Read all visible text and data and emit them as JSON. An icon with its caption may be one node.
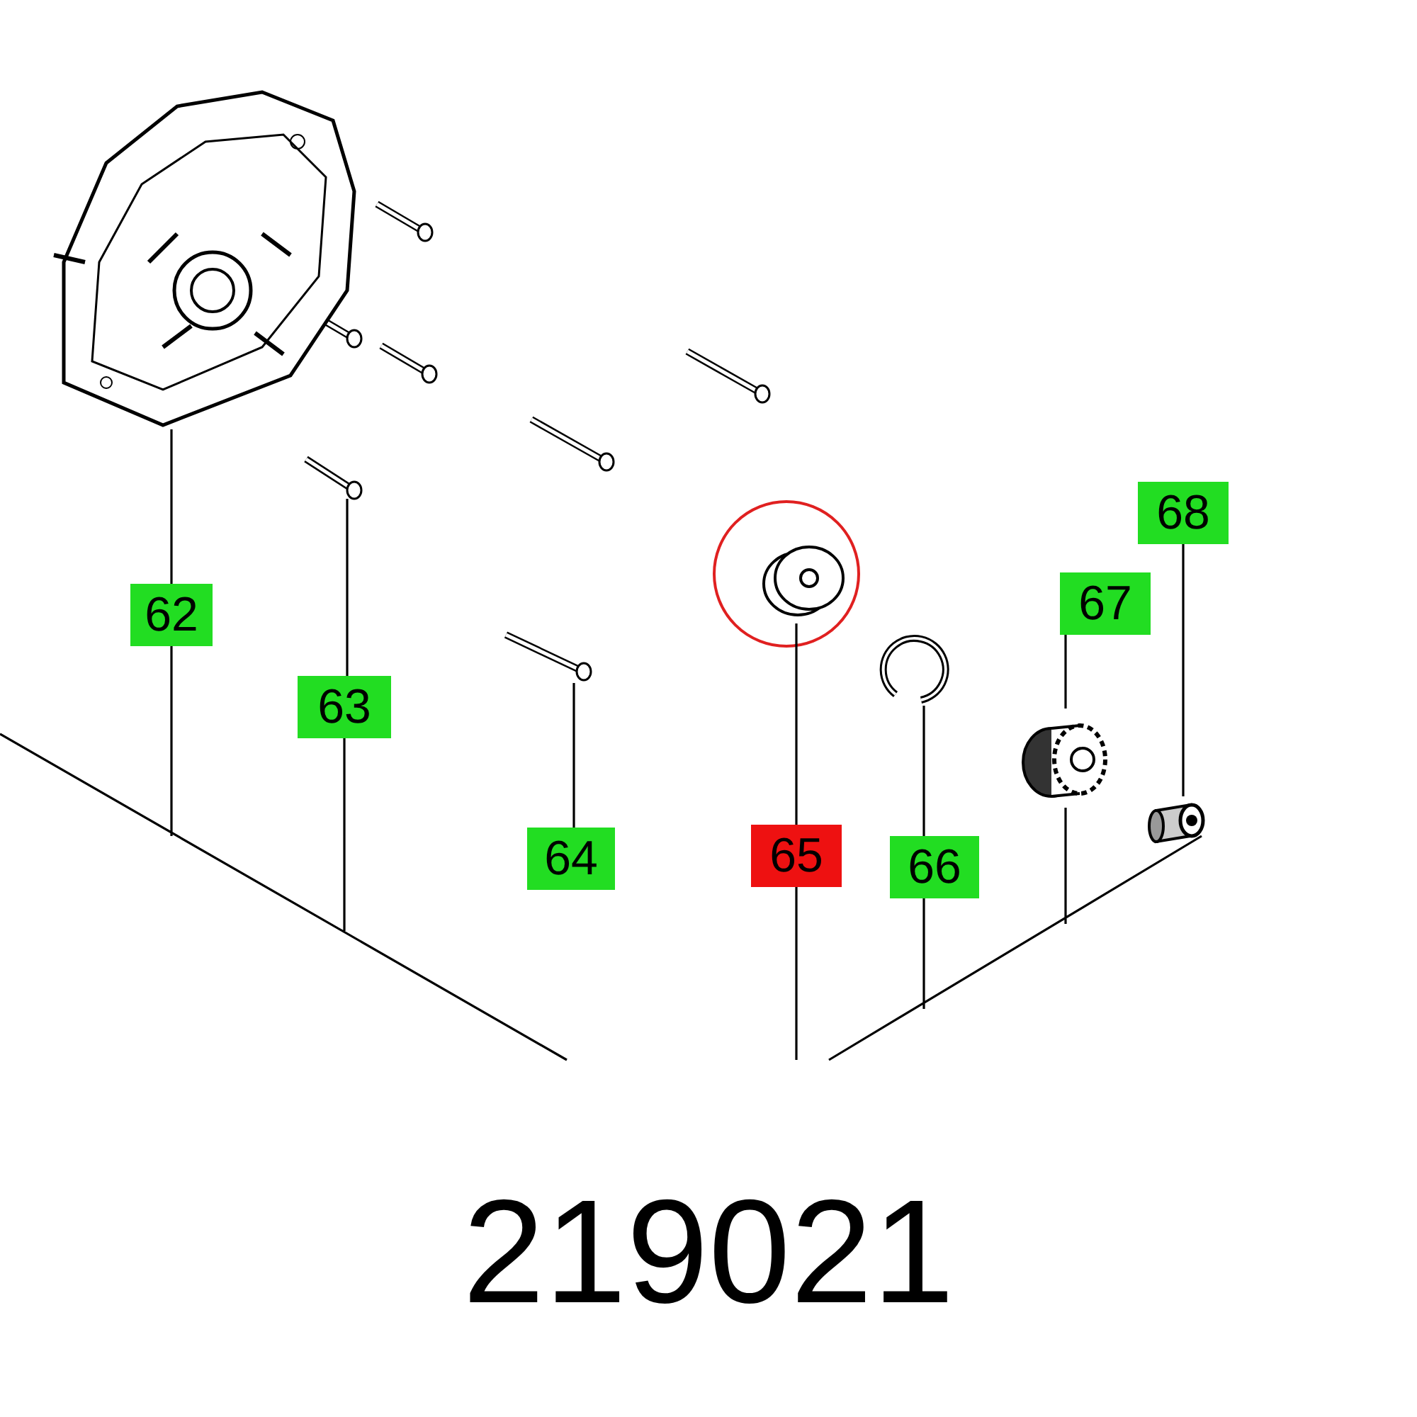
{
  "diagram": {
    "caption": "219021",
    "nodes": [
      {
        "text": [
          "62"
        ]
      },
      {
        "text": [
          "63"
        ]
      },
      {
        "text": [
          "64"
        ]
      },
      {
        "text": [
          "65"
        ]
      },
      {
        "text": [
          "66"
        ]
      },
      {
        "text": [
          "67"
        ]
      },
      {
        "text": [
          "68"
        ]
      },
      {
        "text": [],
        "shape": "picture"
      },
      {
        "text": [],
        "shape": "picture"
      },
      {
        "text": [],
        "shape": "picture"
      },
      {
        "text": [],
        "shape": "picture"
      },
      {
        "text": [],
        "shape": "picture"
      },
      {
        "text": [],
        "shape": "picture"
      },
      {
        "text": [],
        "shape": "cylinder"
      }
    ],
    "edges": [
      {
        "from": 0,
        "to": 7,
        "arrow": "none"
      },
      {
        "from": 1,
        "to": 8,
        "arrow": "none"
      },
      {
        "from": 2,
        "to": 9,
        "arrow": "none"
      },
      {
        "from": 3,
        "to": 10,
        "arrow": "none"
      },
      {
        "from": 4,
        "to": 11,
        "arrow": "none"
      },
      {
        "from": 5,
        "to": 12,
        "arrow": "none"
      },
      {
        "from": 6,
        "to": 13,
        "arrow": "none"
      }
    ]
  }
}
